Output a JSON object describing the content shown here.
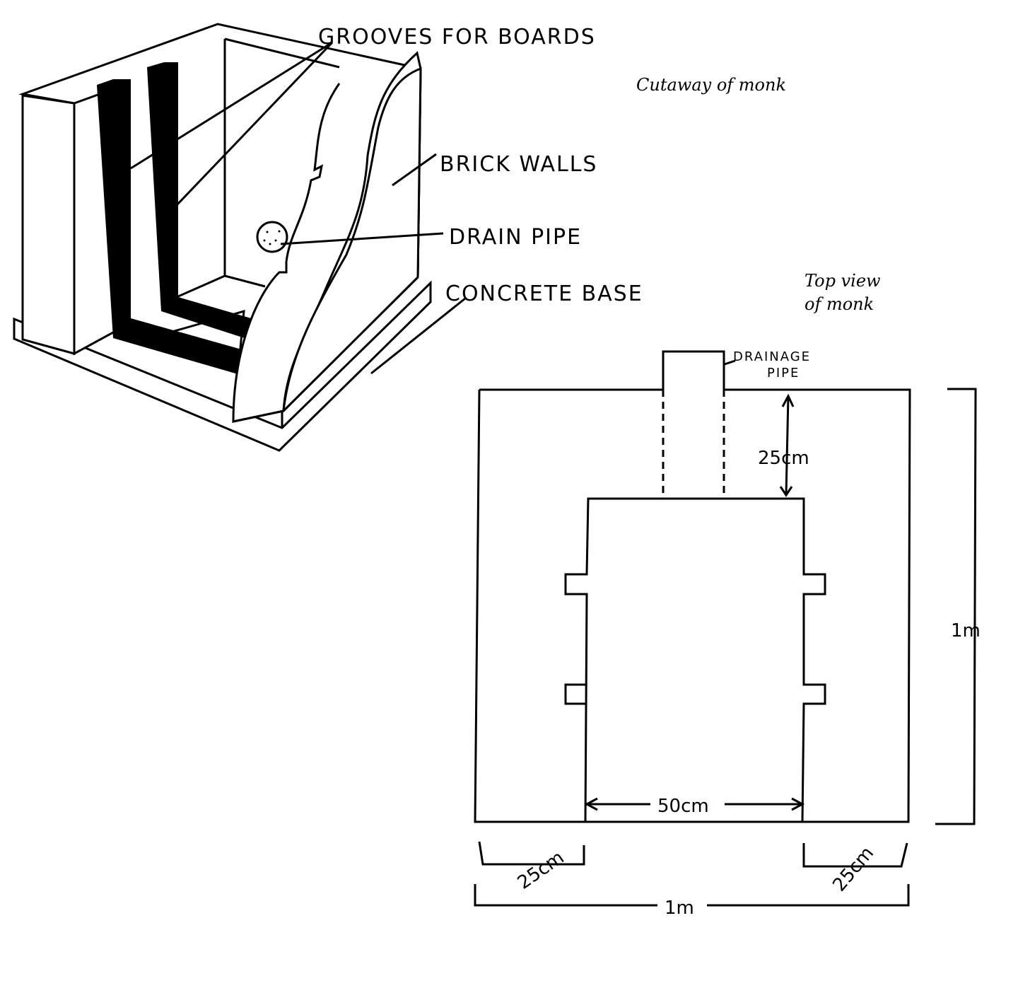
{
  "cutaway": {
    "caption": "Cutaway of monk",
    "labels": {
      "grooves": "GROOVES FOR BOARDS",
      "brick_walls": "BRICK WALLS",
      "drain_pipe": "DRAIN PIPE",
      "concrete_base": "CONCRETE BASE"
    }
  },
  "top_view": {
    "caption_line1": "Top view",
    "caption_line2": "of monk",
    "drainage_label_line1": "DRAINAGE",
    "drainage_label_line2": "PIPE",
    "dim_pipe_gap": "25cm",
    "dim_height": "1m",
    "dim_inner_width": "50cm",
    "dim_left_wall": "25cm",
    "dim_right_wall": "25cm",
    "dim_width": "1m"
  }
}
